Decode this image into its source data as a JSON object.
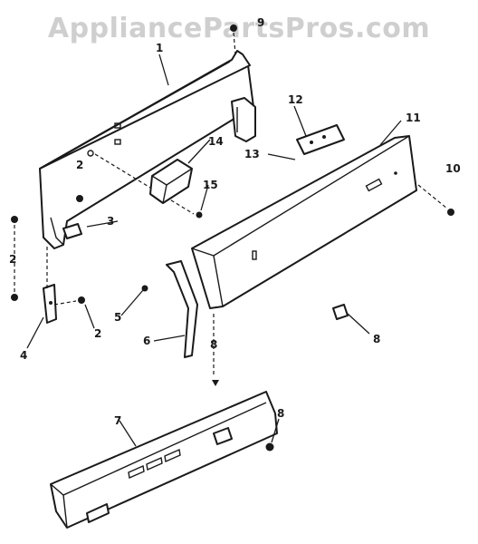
{
  "watermark": "AppliancePartsPros.com",
  "callouts": {
    "c1": "1",
    "c2a": "2",
    "c2b": "2",
    "c2c": "2",
    "c3": "3",
    "c4": "4",
    "c5": "5",
    "c6": "6",
    "c7": "7",
    "c8a": "8",
    "c8b": "8",
    "c8c": "8",
    "c9": "9",
    "c10": "10",
    "c11": "11",
    "c12": "12",
    "c13": "13",
    "c14": "14",
    "c15": "15"
  }
}
